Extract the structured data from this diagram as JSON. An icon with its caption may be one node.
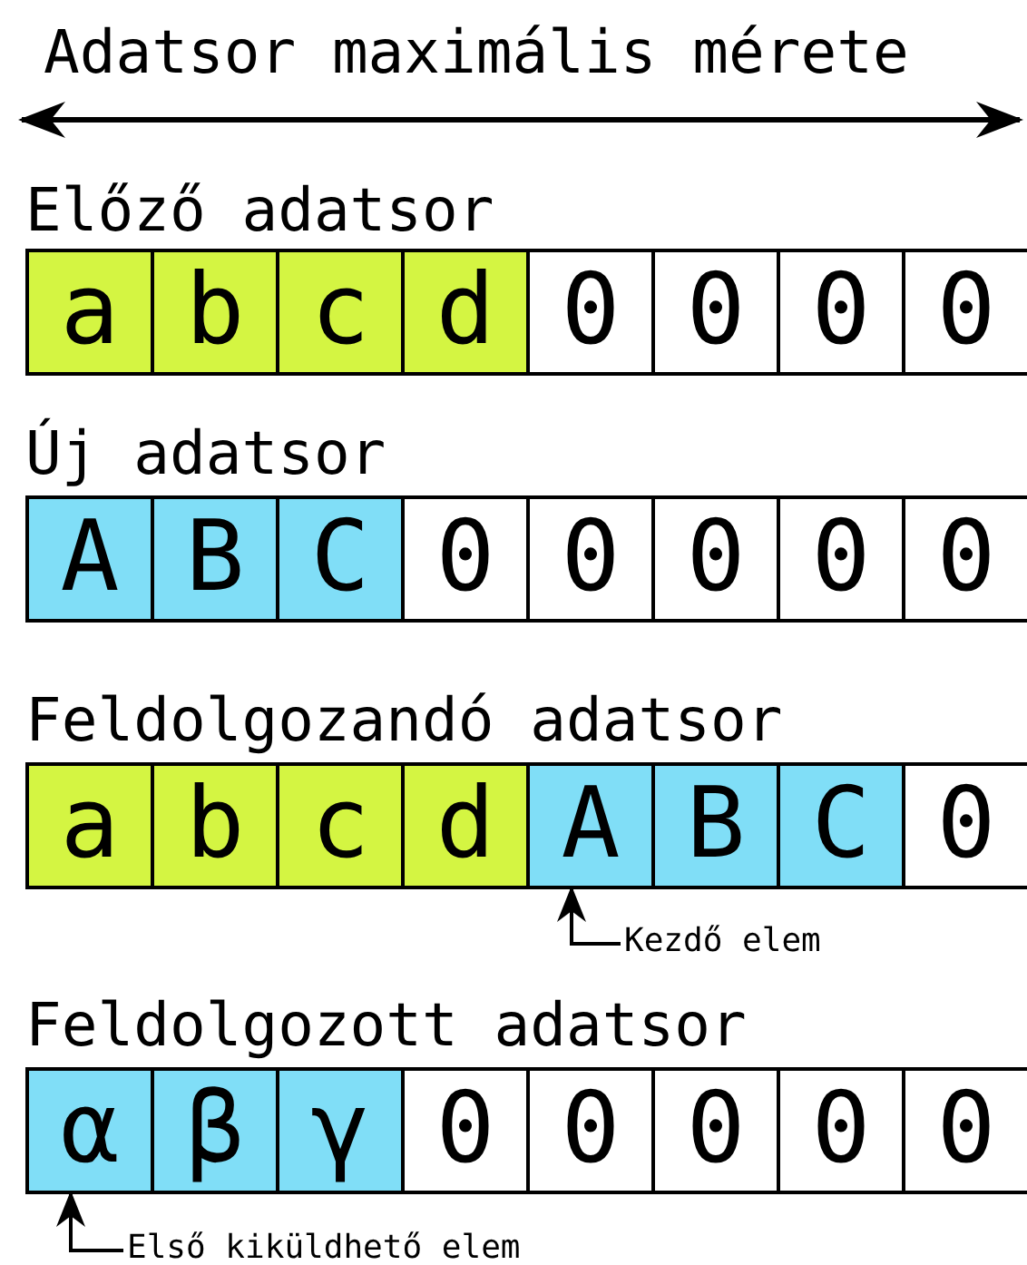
{
  "diagram": {
    "nodes": [
      {
        "text": [
          "a"
        ]
      },
      {
        "text": [
          "b"
        ]
      },
      {
        "text": [
          "c"
        ]
      },
      {
        "text": [
          "d"
        ]
      },
      {
        "text": [
          "0"
        ]
      },
      {
        "text": [
          "0"
        ]
      },
      {
        "text": [
          "0"
        ]
      },
      {
        "text": [
          "0"
        ]
      },
      {
        "text": [
          "A"
        ]
      },
      {
        "text": [
          "B"
        ]
      },
      {
        "text": [
          "C"
        ]
      },
      {
        "text": [
          "0"
        ]
      },
      {
        "text": [
          "0"
        ]
      },
      {
        "text": [
          "0"
        ]
      },
      {
        "text": [
          "0"
        ]
      },
      {
        "text": [
          "0"
        ]
      },
      {
        "text": [
          "a"
        ]
      },
      {
        "text": [
          "b"
        ]
      },
      {
        "text": [
          "c"
        ]
      },
      {
        "text": [
          "d"
        ]
      },
      {
        "text": [
          "A"
        ]
      },
      {
        "text": [
          "B"
        ]
      },
      {
        "text": [
          "C"
        ]
      },
      {
        "text": [
          "0"
        ]
      },
      {
        "text": [
          "Kezdő elem"
        ]
      },
      {
        "text": [
          "α"
        ]
      },
      {
        "text": [
          "β"
        ]
      },
      {
        "text": [
          "γ"
        ]
      },
      {
        "text": [
          "0"
        ]
      },
      {
        "text": [
          "0"
        ]
      },
      {
        "text": [
          "0"
        ]
      },
      {
        "text": [
          "0"
        ]
      },
      {
        "text": [
          "0"
        ]
      },
      {
        "text": [
          "Első kiküldhető elem"
        ]
      }
    ],
    "edges": [
      {
        "from": 24,
        "to": 20,
        "arrow": "to"
      },
      {
        "from": 33,
        "to": 25,
        "arrow": "to"
      }
    ],
    "labels": [
      "Adatsor maximális mérete",
      "Előző adatsor",
      "Új adatsor",
      "Feldolgozandó adatsor",
      "Feldolgozott adatsor"
    ]
  }
}
